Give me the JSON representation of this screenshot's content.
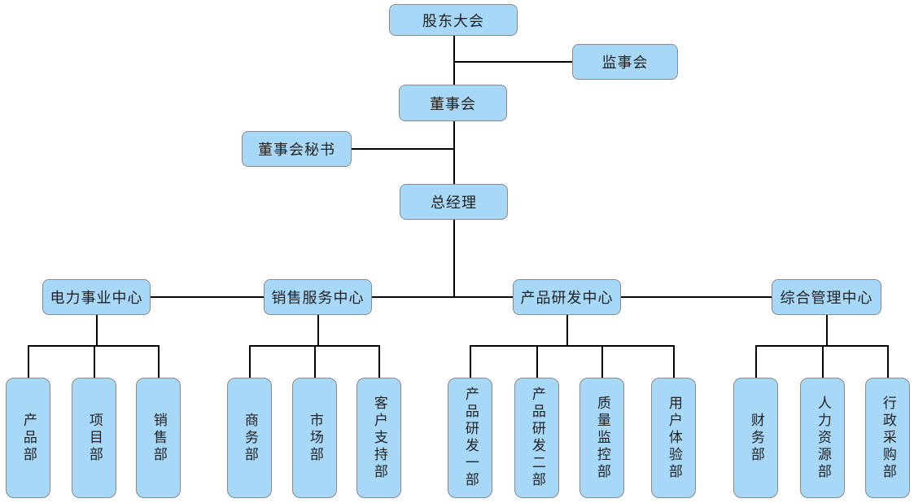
{
  "diagram": {
    "type": "org-chart",
    "nodes": {
      "shareholders_meeting": "股东大会",
      "supervisory_board": "监事会",
      "board_of_directors": "董事会",
      "board_secretary": "董事会秘书",
      "general_manager": "总经理"
    },
    "centers": [
      {
        "label": "电力事业中心",
        "departments": [
          "产品部",
          "项目部",
          "销售部"
        ]
      },
      {
        "label": "销售服务中心",
        "departments": [
          "商务部",
          "市场部",
          "客户支持部"
        ]
      },
      {
        "label": "产品研发中心",
        "departments": [
          "产品研发一部",
          "产品研发二部",
          "质量监控部",
          "用户体验部"
        ]
      },
      {
        "label": "综合管理中心",
        "departments": [
          "财务部",
          "人力资源部",
          "行政采购部"
        ]
      }
    ],
    "colors": {
      "node_fill": "#a8d8f8",
      "node_border": "#8a8a8a",
      "connector": "#000000",
      "text_color": "#222222",
      "background": "#ffffff"
    }
  }
}
